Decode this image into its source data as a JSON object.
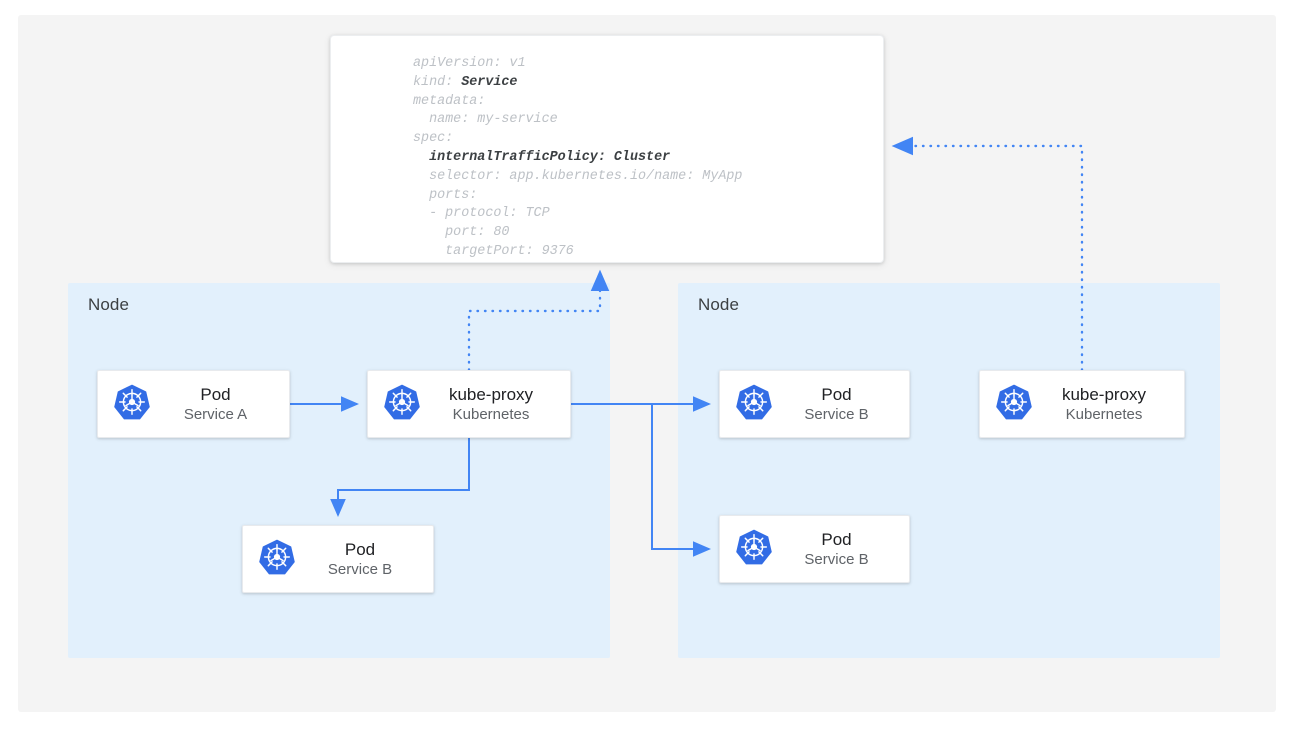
{
  "colors": {
    "canvas_bg": "#f4f4f4",
    "node_bg": "#e2f0fc",
    "box_bg": "#ffffff",
    "arrow_blue": "#4285f4",
    "kubernetes_blue": "#326ce5",
    "text_primary": "#202124",
    "text_secondary": "#5f6368",
    "yaml_muted": "#bdc1c6",
    "yaml_bold": "#3c4043"
  },
  "yaml_card": {
    "lines": [
      {
        "indent": 0,
        "text": "apiVersion: v1",
        "bold": false
      },
      {
        "indent": 0,
        "text": "kind: ",
        "bold_suffix": "Service"
      },
      {
        "indent": 0,
        "text": "metadata:",
        "bold": false
      },
      {
        "indent": 1,
        "text": "name: my-service",
        "bold": false
      },
      {
        "indent": 0,
        "text": "spec:",
        "bold": false
      },
      {
        "indent": 1,
        "text": "internalTrafficPolicy: Cluster",
        "bold": true
      },
      {
        "indent": 1,
        "text": "selector: app.kubernetes.io/name: MyApp",
        "bold": false
      },
      {
        "indent": 1,
        "text": "ports:",
        "bold": false
      },
      {
        "indent": 1,
        "text": "- protocol: TCP",
        "bold": false
      },
      {
        "indent": 2,
        "text": "port: 80",
        "bold": false
      },
      {
        "indent": 2,
        "text": "targetPort: 9376",
        "bold": false
      }
    ]
  },
  "nodes": {
    "left": {
      "label": "Node"
    },
    "right": {
      "label": "Node"
    }
  },
  "boxes": {
    "pod_a": {
      "title": "Pod",
      "sub": "Service A",
      "icon": "kubernetes-icon"
    },
    "kubeproxy_left": {
      "title": "kube-proxy",
      "sub": "Kubernetes",
      "icon": "kubernetes-icon"
    },
    "pod_b_left": {
      "title": "Pod",
      "sub": "Service B",
      "icon": "kubernetes-icon"
    },
    "pod_b_top_right": {
      "title": "Pod",
      "sub": "Service B",
      "icon": "kubernetes-icon"
    },
    "pod_b_bottom_right": {
      "title": "Pod",
      "sub": "Service B",
      "icon": "kubernetes-icon"
    },
    "kubeproxy_right": {
      "title": "kube-proxy",
      "sub": "Kubernetes",
      "icon": "kubernetes-icon"
    }
  },
  "connections": [
    {
      "name": "pod-a-to-kubeproxy",
      "style": "solid",
      "from": "pod_a",
      "to": "kubeproxy_left"
    },
    {
      "name": "kubeproxy-to-pod-b-left",
      "style": "solid",
      "from": "kubeproxy_left",
      "to": "pod_b_left"
    },
    {
      "name": "kubeproxy-to-pod-b-top-right",
      "style": "solid",
      "from": "kubeproxy_left",
      "to": "pod_b_top_right"
    },
    {
      "name": "kubeproxy-to-pod-b-bottom-right",
      "style": "solid",
      "from": "kubeproxy_left",
      "to": "pod_b_bottom_right"
    },
    {
      "name": "kubeproxy-left-to-yaml",
      "style": "dotted",
      "from": "kubeproxy_left",
      "to": "yaml_card"
    },
    {
      "name": "kubeproxy-right-to-yaml",
      "style": "dotted",
      "from": "kubeproxy_right",
      "to": "yaml_card"
    }
  ]
}
